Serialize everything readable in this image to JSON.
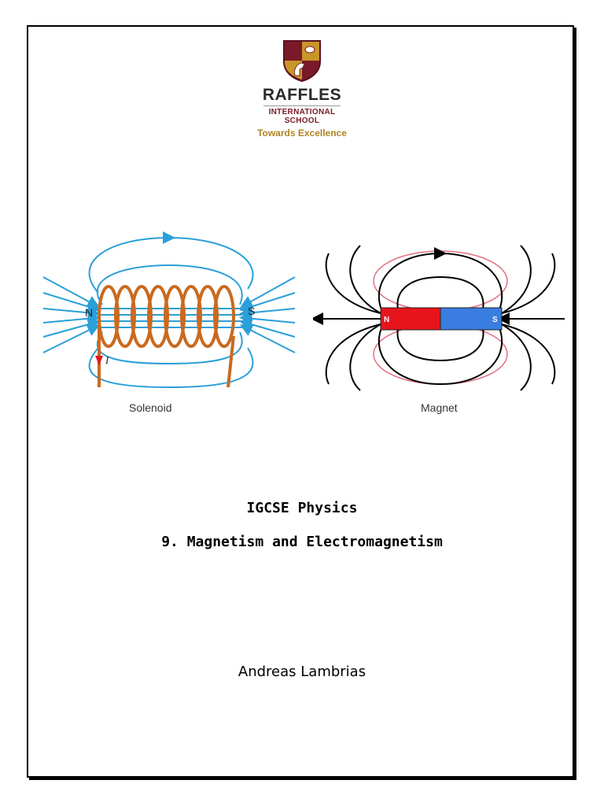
{
  "school": {
    "name": "RAFFLES",
    "line1": "INTERNATIONAL",
    "line2": "SCHOOL",
    "motto": "Towards Excellence"
  },
  "figures": {
    "solenoid": {
      "caption": "Solenoid",
      "north": "N",
      "south": "S",
      "current": "I"
    },
    "magnet": {
      "caption": "Magnet",
      "north": "N",
      "south": "S"
    }
  },
  "document": {
    "subject": "IGCSE Physics",
    "chapter": "9. Magnetism and Electromagnetism",
    "author": "Andreas Lambrias"
  },
  "colors": {
    "field_blue": "#2a9fd8",
    "coil_copper": "#c96a1f",
    "magnet_red": "#e8141c",
    "magnet_blue": "#3a7de0",
    "crest_maroon": "#7a1a28",
    "crest_gold": "#c9962a"
  }
}
